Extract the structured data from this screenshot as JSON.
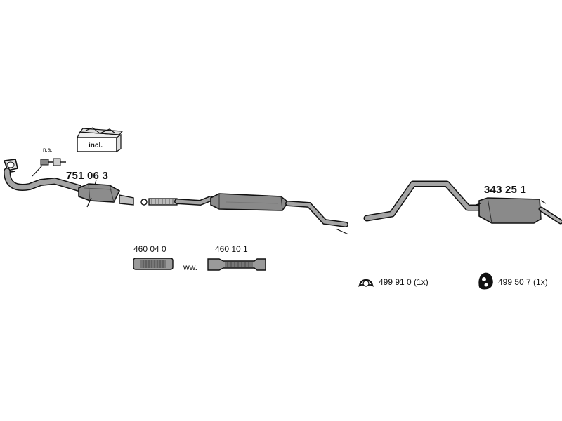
{
  "diagram": {
    "parts": {
      "catalytic_converter": "751 06 3",
      "rear_silencer": "343 25 1",
      "flex_pipe_a": "460 04 0",
      "flex_pipe_b": "460 10 1",
      "mount_ring": "499 91 0 (1x)",
      "mount_rubber": "499 50 7 (1x)"
    },
    "labels": {
      "not_available": "n.a.",
      "kit_included": "incl.",
      "alternative": "ww."
    },
    "colors": {
      "line": "#111111",
      "pipe_fill": "#9a9a9a",
      "body_fill": "#8c8c8c",
      "light_fill": "#c8c8c8"
    }
  }
}
